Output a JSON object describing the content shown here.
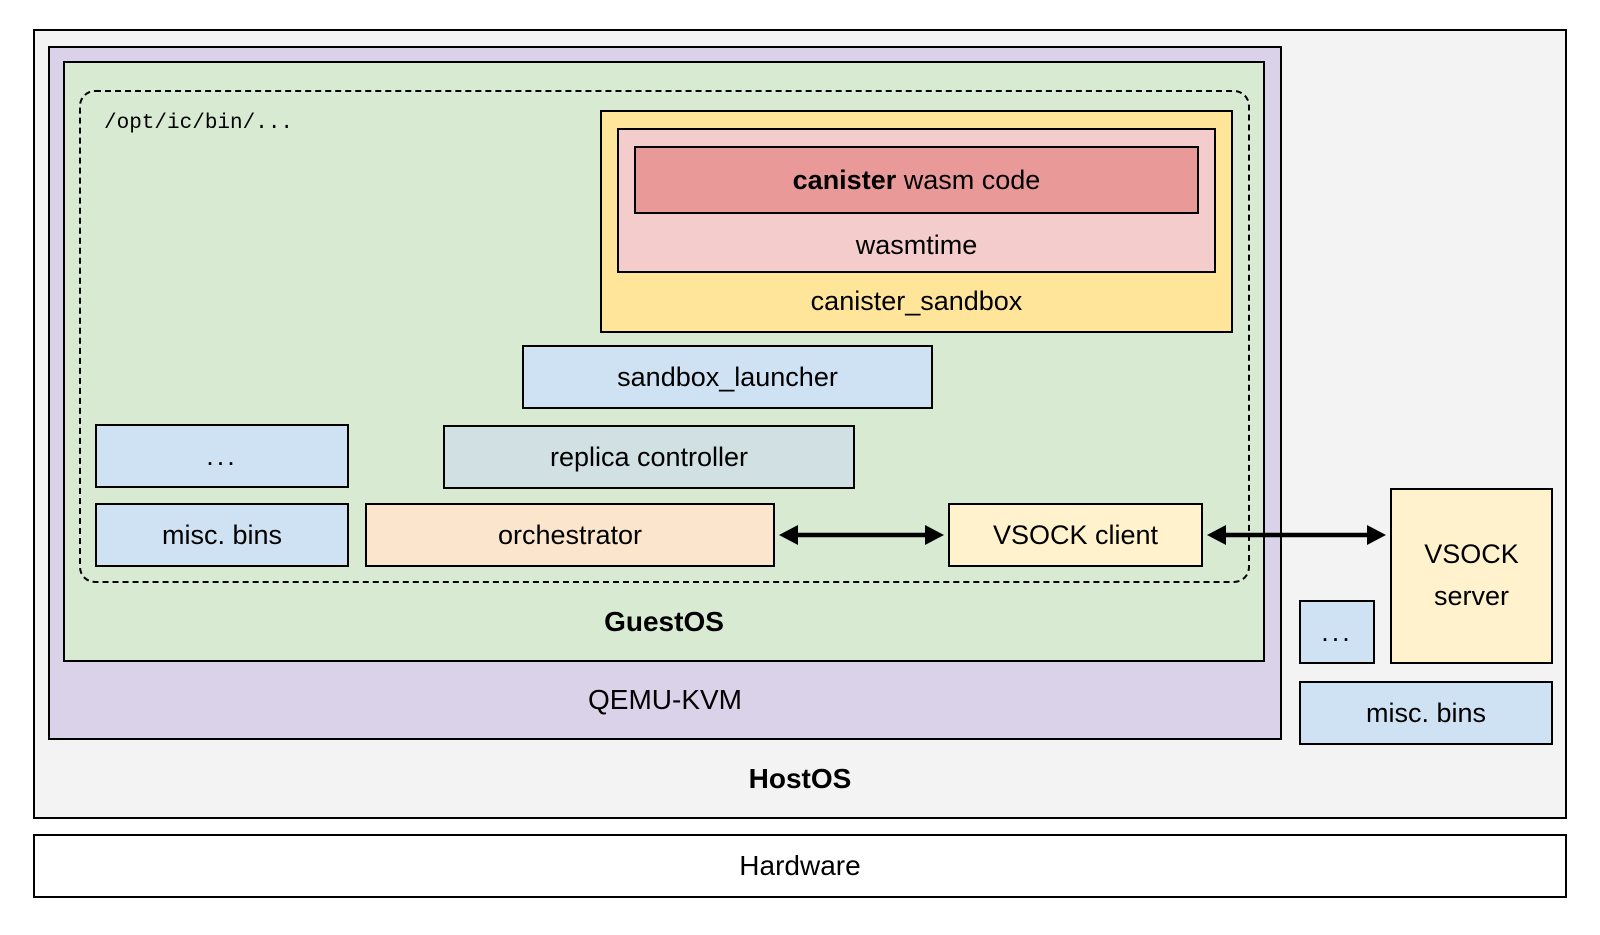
{
  "layers": {
    "hardware_label": "Hardware",
    "hostos_label": "HostOS",
    "qemu_label": "QEMU-KVM",
    "guestos_label": "GuestOS",
    "bin_path_label": "/opt/ic/bin/..."
  },
  "guest_boxes": {
    "canister_sandbox_label": "canister_sandbox",
    "wasmtime_label": "wasmtime",
    "canister_wasm_bold": "canister",
    "canister_wasm_rest": "wasm code",
    "sandbox_launcher_label": "sandbox_launcher",
    "ellipsis_label": "...",
    "replica_controller_label": "replica controller",
    "misc_bins_label": "misc. bins",
    "orchestrator_label": "orchestrator",
    "vsock_client_label": "VSOCK client"
  },
  "host_boxes": {
    "vsock_server_line1": "VSOCK",
    "vsock_server_line2": "server",
    "ellipsis_label": "...",
    "misc_bins_label": "misc. bins"
  },
  "connections": [
    {
      "from": "orchestrator",
      "to": "VSOCK client",
      "type": "bidirectional-arrow"
    },
    {
      "from": "VSOCK client",
      "to": "VSOCK server",
      "type": "bidirectional-arrow"
    }
  ],
  "colors": {
    "background": "#ffffff",
    "hostos_fill": "#f3f3f3",
    "qemu_kvm_fill": "#d9d2e9",
    "guestos_fill": "#d9ead3",
    "canister_sandbox_fill": "#ffe599",
    "wasmtime_fill": "#f4cccc",
    "canister_wasm_fill": "#ea9999",
    "light_blue_fill": "#cfe2f3",
    "replica_controller_fill": "#d0e0e3",
    "orchestrator_fill": "#fce5cd",
    "vsock_fill": "#fff2cc",
    "hardware_fill": "#ffffff",
    "border": "#000000"
  }
}
